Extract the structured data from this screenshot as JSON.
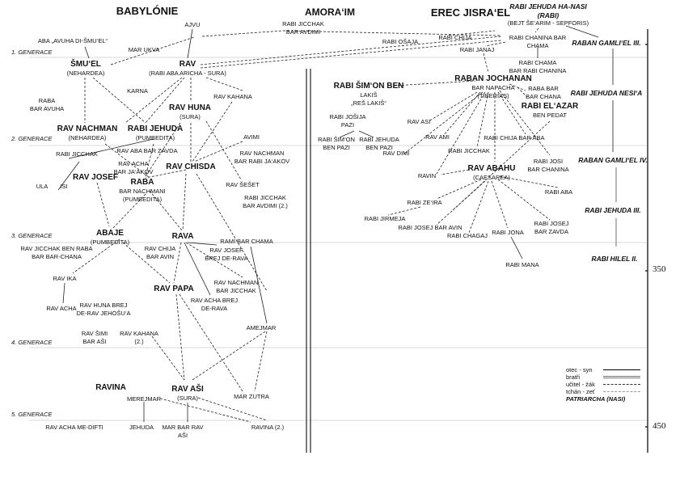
{
  "headers": {
    "babylonia": "BABYLÓNIE",
    "amoraim": "AMORA‘IM",
    "israel": "EREC JISRA‘EL"
  },
  "generations": [
    "1. GENERACE",
    "2. GENERACE",
    "3.  GENERACE",
    "4. GENERACE",
    "5. GENERACE"
  ],
  "axis": {
    "ticks": [
      "350",
      "450"
    ]
  },
  "legend": {
    "items": [
      {
        "label": "otec - syn",
        "style": "solid"
      },
      {
        "label": "bratři",
        "style": "double-gray"
      },
      {
        "label": "učitel - žák",
        "style": "dashed"
      },
      {
        "label": "tchán - zeť",
        "style": "dashed-gray"
      }
    ],
    "nasi_label": "PATRIARCHA (NASI)"
  },
  "nodes": {
    "ajvu": {
      "name": "AJVU"
    },
    "aba_avuha": {
      "name": "ABA „AVUHA DI-ŠMU‘EL“"
    },
    "mar_ukva": {
      "name": "MAR UKVA"
    },
    "smuel": {
      "name": "ŠMU‘EL",
      "sub": "(NEHARDEA)"
    },
    "rav": {
      "name": "RAV",
      "sub": "(RABI ABA ARICHA - SURA)"
    },
    "karna": {
      "name": "KARNA"
    },
    "raba_bar_avuha": {
      "name": "RABA",
      "sub": "BAR AVUHA"
    },
    "rav_kahana": {
      "name": "RAV KAHANA"
    },
    "rav_huna": {
      "name": "RAV HUNA",
      "sub": "(SURA)"
    },
    "rav_nachman": {
      "name": "RAV NACHMAN",
      "sub": "(NEHARDEA)"
    },
    "rabi_jehuda": {
      "name": "RABI JEHUDA",
      "sub": "(PUMBEDITA)"
    },
    "avimi": {
      "name": "AVIMI"
    },
    "rabi_jicchak_b": {
      "name": "RABI JICCHAK"
    },
    "rav_aba_bar_zavda": {
      "name": "RAV ABA BAR ZAVDA"
    },
    "rav_acha_bar_jaakov": {
      "name": "RAV ACHA",
      "sub": "BAR JA‘AKOV"
    },
    "rav_nachman_bar_rabi_jaakov": {
      "name": "RAV NACHMAN",
      "sub": "BAR RABI JA‘AKOV"
    },
    "rav_josef": {
      "name": "RAV JOSEF"
    },
    "rav_chisda": {
      "name": "RAV CHISDA"
    },
    "ula": {
      "name": "ULA"
    },
    "isi": {
      "name": "ISI"
    },
    "raba": {
      "name": "RABA",
      "sub": "BAR NACHMANI\n(PUMBEDITA)"
    },
    "rav_seset": {
      "name": "RAV ŠEŠET"
    },
    "rabi_jicchak_bar_avdimi2": {
      "name": "RABI JICCHAK",
      "sub": "BAR AVDIMI (2.)"
    },
    "abaje": {
      "name": "ABAJE",
      "sub": "(PUMBEDITA)"
    },
    "rava": {
      "name": "RAVA"
    },
    "rami_bar_chama": {
      "name": "RAMI BAR CHAMA"
    },
    "rav_jicchak_ben_raba": {
      "name": "RAV JICCHAK BEN RABA",
      "sub": "BAR BAR-CHANA"
    },
    "rav_chija_bar_avin": {
      "name": "RAV CHIJA",
      "sub": "BAR AVIN"
    },
    "rav_josef_brej": {
      "name": "RAV JOSEF",
      "sub": "BREJ DE-RAVA"
    },
    "rav_ika": {
      "name": "RAV IKA"
    },
    "rav_nachman_bar_jicchak": {
      "name": "RAV NACHMAN",
      "sub": "BAR JICCHAK"
    },
    "rav_papa": {
      "name": "RAV PAPA"
    },
    "rav_acha_brej": {
      "name": "RAV ACHA BREJ",
      "sub": "DE-RAVA"
    },
    "rav_acha": {
      "name": "RAV ACHA"
    },
    "rav_huna_brej": {
      "name": "RAV HUNA BREJ",
      "sub": "DE-RAV JEHOŠU‘A"
    },
    "amejmar": {
      "name": "AMEJMAR"
    },
    "rav_simi": {
      "name": "RAV ŠIMI",
      "sub": "BAR AŠI"
    },
    "rav_kahana2": {
      "name": "RAV KAHANA",
      "sub": "(2.)"
    },
    "ravina": {
      "name": "RAVINA"
    },
    "rav_asi": {
      "name": "RAV AŠI",
      "sub": "(SURA)"
    },
    "merejmar": {
      "name": "MEREJMAR"
    },
    "mar_zutra": {
      "name": "MAR ZUTRA"
    },
    "rav_acha_me_difti": {
      "name": "RAV ACHA ME-DIFTI"
    },
    "jehuda": {
      "name": "JEHUDA"
    },
    "mar_bar_rav_asi": {
      "name": "MAR BAR RAV",
      "sub": "AŠI"
    },
    "ravina2": {
      "name": "RAVINA (2.)"
    },
    "rabi_jicchak_bar_avdimi": {
      "name": "RABI JICCHAK",
      "sub": "BAR AVDIMI"
    },
    "rabi_osaja": {
      "name": "RABI OŠAJA"
    },
    "rabi_chija": {
      "name": "RABI CHIJA"
    },
    "rabi_jehuda_hanasi": {
      "name": "RABI JEHUDA HA-NASI",
      "sub": "(RABI)",
      "sub2": "(BEJT ŠE‘ARIM - SEPFORIS)"
    },
    "rabi_chanina_bar_chama": {
      "name": "RABI CHANINA BAR",
      "sub": "CHAMA"
    },
    "rabi_janaj": {
      "name": "RABI JANAJ"
    },
    "raban_gamliel3": {
      "name": "RABAN GAMLI‘EL III."
    },
    "rabi_chama": {
      "name": "RABI CHAMA",
      "sub": "BAR RABI CHANINA"
    },
    "raban_jochanan": {
      "name": "RABAN JOCHANAN",
      "sub": "BAR NAPACHA\n(TIBERIAS)"
    },
    "rabi_simon_ben_lakis": {
      "name": "RABI ŠIM‘ON BEN",
      "sub": "LAKIŠ",
      "sub2": "„REŠ LAKIŠ“"
    },
    "raba_bar_bar_chana": {
      "name": "RABA BAR",
      "sub": "BAR CHANA"
    },
    "rabi_jehuda_nesia": {
      "name": "RABI JEHUDA NESI‘A"
    },
    "rabi_elazar": {
      "name": "RABI EL‘AZAR",
      "sub": "BEN PEDAT"
    },
    "rabi_josija_pazi": {
      "name": "RABI JOŠIJA",
      "sub": "PAZI"
    },
    "rav_asi_i": {
      "name": "RAV ASI"
    },
    "rav_ami": {
      "name": "RAV AMI"
    },
    "rabi_simon_ben_pazi": {
      "name": "RABI ŠIM‘ON",
      "sub": "BEN PAZI"
    },
    "rabi_jehuda_ben_pazi": {
      "name": "RABI JEHUDA",
      "sub": "BEN PAZI"
    },
    "rav_dimi": {
      "name": "RAV DIMI"
    },
    "rabi_jicchak_i": {
      "name": "RABI JICCHAK"
    },
    "rabi_chija_bar_aba": {
      "name": "RABI CHIJA BAR ABA"
    },
    "rabi_josi_bar_chanina": {
      "name": "RABI JOSI",
      "sub": "BAR CHANINA"
    },
    "raban_gamliel4": {
      "name": "RABAN GAMLI‘EL IV."
    },
    "ravin": {
      "name": "RAVIN"
    },
    "rav_abahu": {
      "name": "RAV ABAHU",
      "sub": "(CAESAREA)"
    },
    "rabi_aba": {
      "name": "RABI ABA"
    },
    "rabi_zeira": {
      "name": "RABI ZE‘IRA"
    },
    "rabi_jehuda3": {
      "name": "RABI JEHUDA III."
    },
    "rabi_jirmeja": {
      "name": "RABI JIRMEJA"
    },
    "rabi_josej_bar_avin": {
      "name": "RABI JOSEJ BAR AVIN"
    },
    "rabi_chagaj": {
      "name": "RABI CHAGAJ"
    },
    "rabi_jona": {
      "name": "RABI JONA"
    },
    "rabi_josej_bar_zavda": {
      "name": "RABI JOSEJ",
      "sub": "BAR ZAVDA"
    },
    "rabi_hilel2": {
      "name": "RABI HILEL II."
    },
    "rabi_mana": {
      "name": "RABI MANA"
    }
  }
}
